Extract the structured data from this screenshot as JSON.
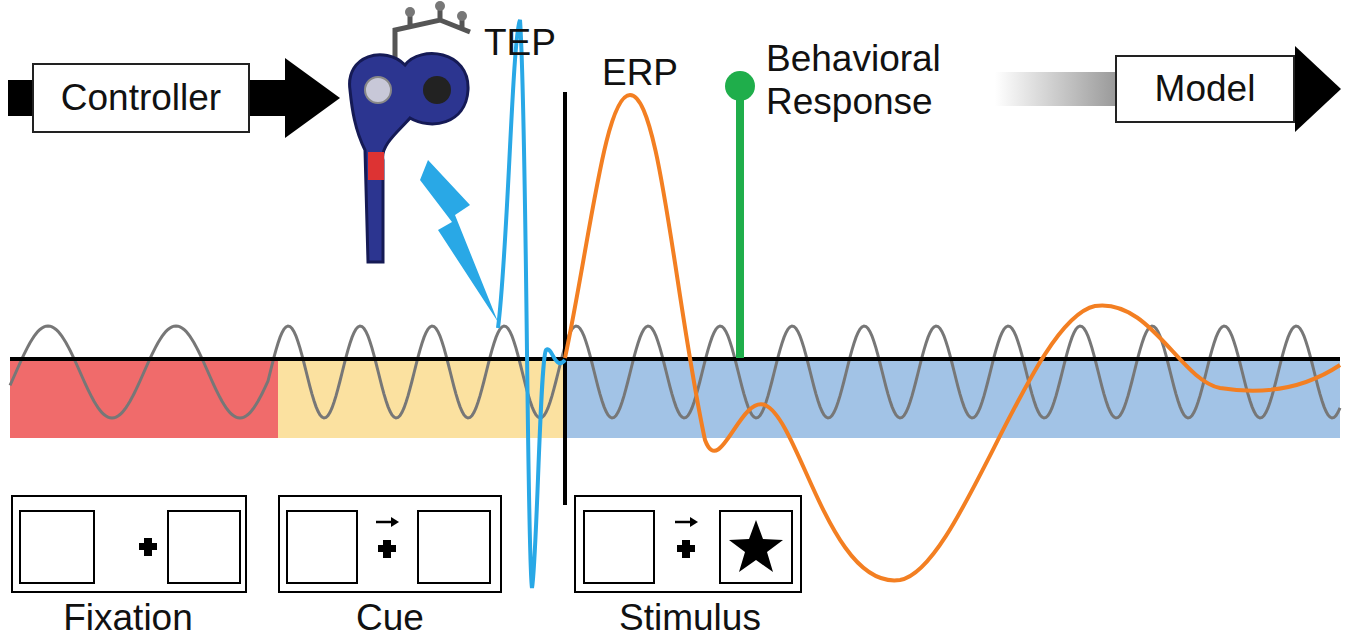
{
  "diagram": {
    "nodes": [
      {
        "text": [
          "Controller"
        ]
      },
      {
        "text": [
          "Model"
        ]
      }
    ],
    "labels": [
      "TEP",
      "ERP",
      "Behavioral Response",
      "Fixation",
      "Cue",
      "Stimulus"
    ]
  }
}
